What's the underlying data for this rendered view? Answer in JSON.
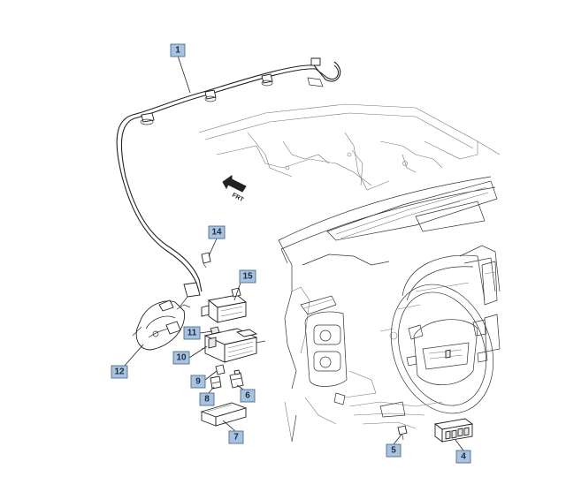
{
  "callouts": {
    "c1": "1",
    "c4": "4",
    "c5": "5",
    "c6": "6",
    "c7": "7",
    "c8": "8",
    "c9": "9",
    "c10": "10",
    "c11": "11",
    "c12": "12",
    "c14": "14",
    "c15": "15"
  },
  "direction_label": "FRT",
  "colors": {
    "callout_fill": "#a9c2de",
    "callout_border": "#4a6f98",
    "line": "#222222"
  }
}
